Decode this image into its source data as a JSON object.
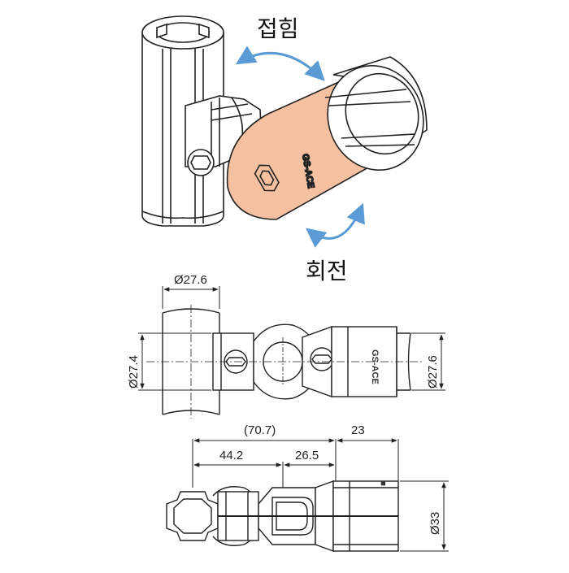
{
  "labels": {
    "fold": "접힘",
    "rotate": "회전"
  },
  "brand": "GS-ACE",
  "dimensions": {
    "pipe_diameter_top": "Ø27.6",
    "pipe_diameter_left": "Ø27.4",
    "pipe_diameter_right": "Ø27.6",
    "overall_length": "(70.7)",
    "length_a": "44.2",
    "length_b": "26.5",
    "socket_length": "23",
    "socket_diameter": "Ø33"
  },
  "colors": {
    "joint": "#F5C1A0",
    "arrow": "#5B9BD5",
    "line": "#222222"
  }
}
